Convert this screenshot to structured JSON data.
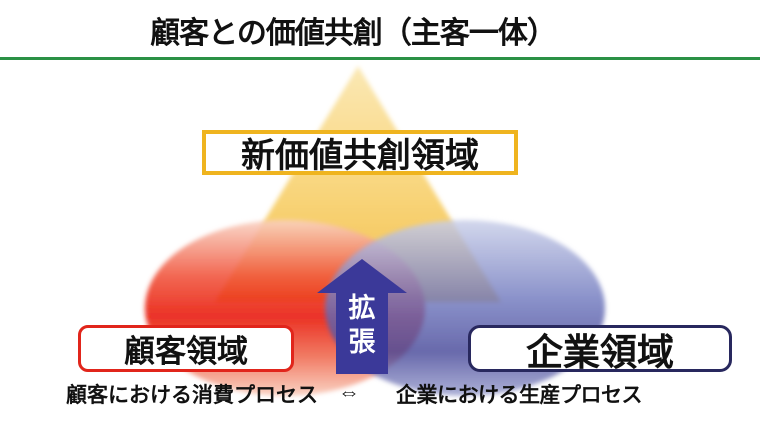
{
  "slide": {
    "title": "顧客との価値共創（主客一体）",
    "title_color": "#111111",
    "divider_color": "#2A9145",
    "background_color": "#FFFFFF"
  },
  "diagram": {
    "triangle": {
      "gradient_top_color": "#FAE7B0",
      "gradient_bottom_color": "#F2BA3F"
    },
    "new_value_box": {
      "label": "新価値共創領域",
      "border_color": "#EFB41F",
      "fill_color": "#FFFFFF"
    },
    "customer_ellipse": {
      "core_color": "#E81505",
      "edge_color": "#F9D3C3"
    },
    "company_ellipse": {
      "core_color": "#474899",
      "edge_color": "#C9CFE9"
    },
    "expansion_arrow": {
      "chars": [
        "拡",
        "張"
      ],
      "fill_color": "#3B3999",
      "text_color": "#FFFFFF"
    },
    "customer_box": {
      "label": "顧客領域",
      "border_color": "#E1251B"
    },
    "company_box": {
      "label": "企業領域",
      "border_color": "#28285E"
    },
    "caption": {
      "left": "顧客における消費プロセス",
      "symbol": "⇔",
      "right": "企業における生産プロセス"
    }
  }
}
